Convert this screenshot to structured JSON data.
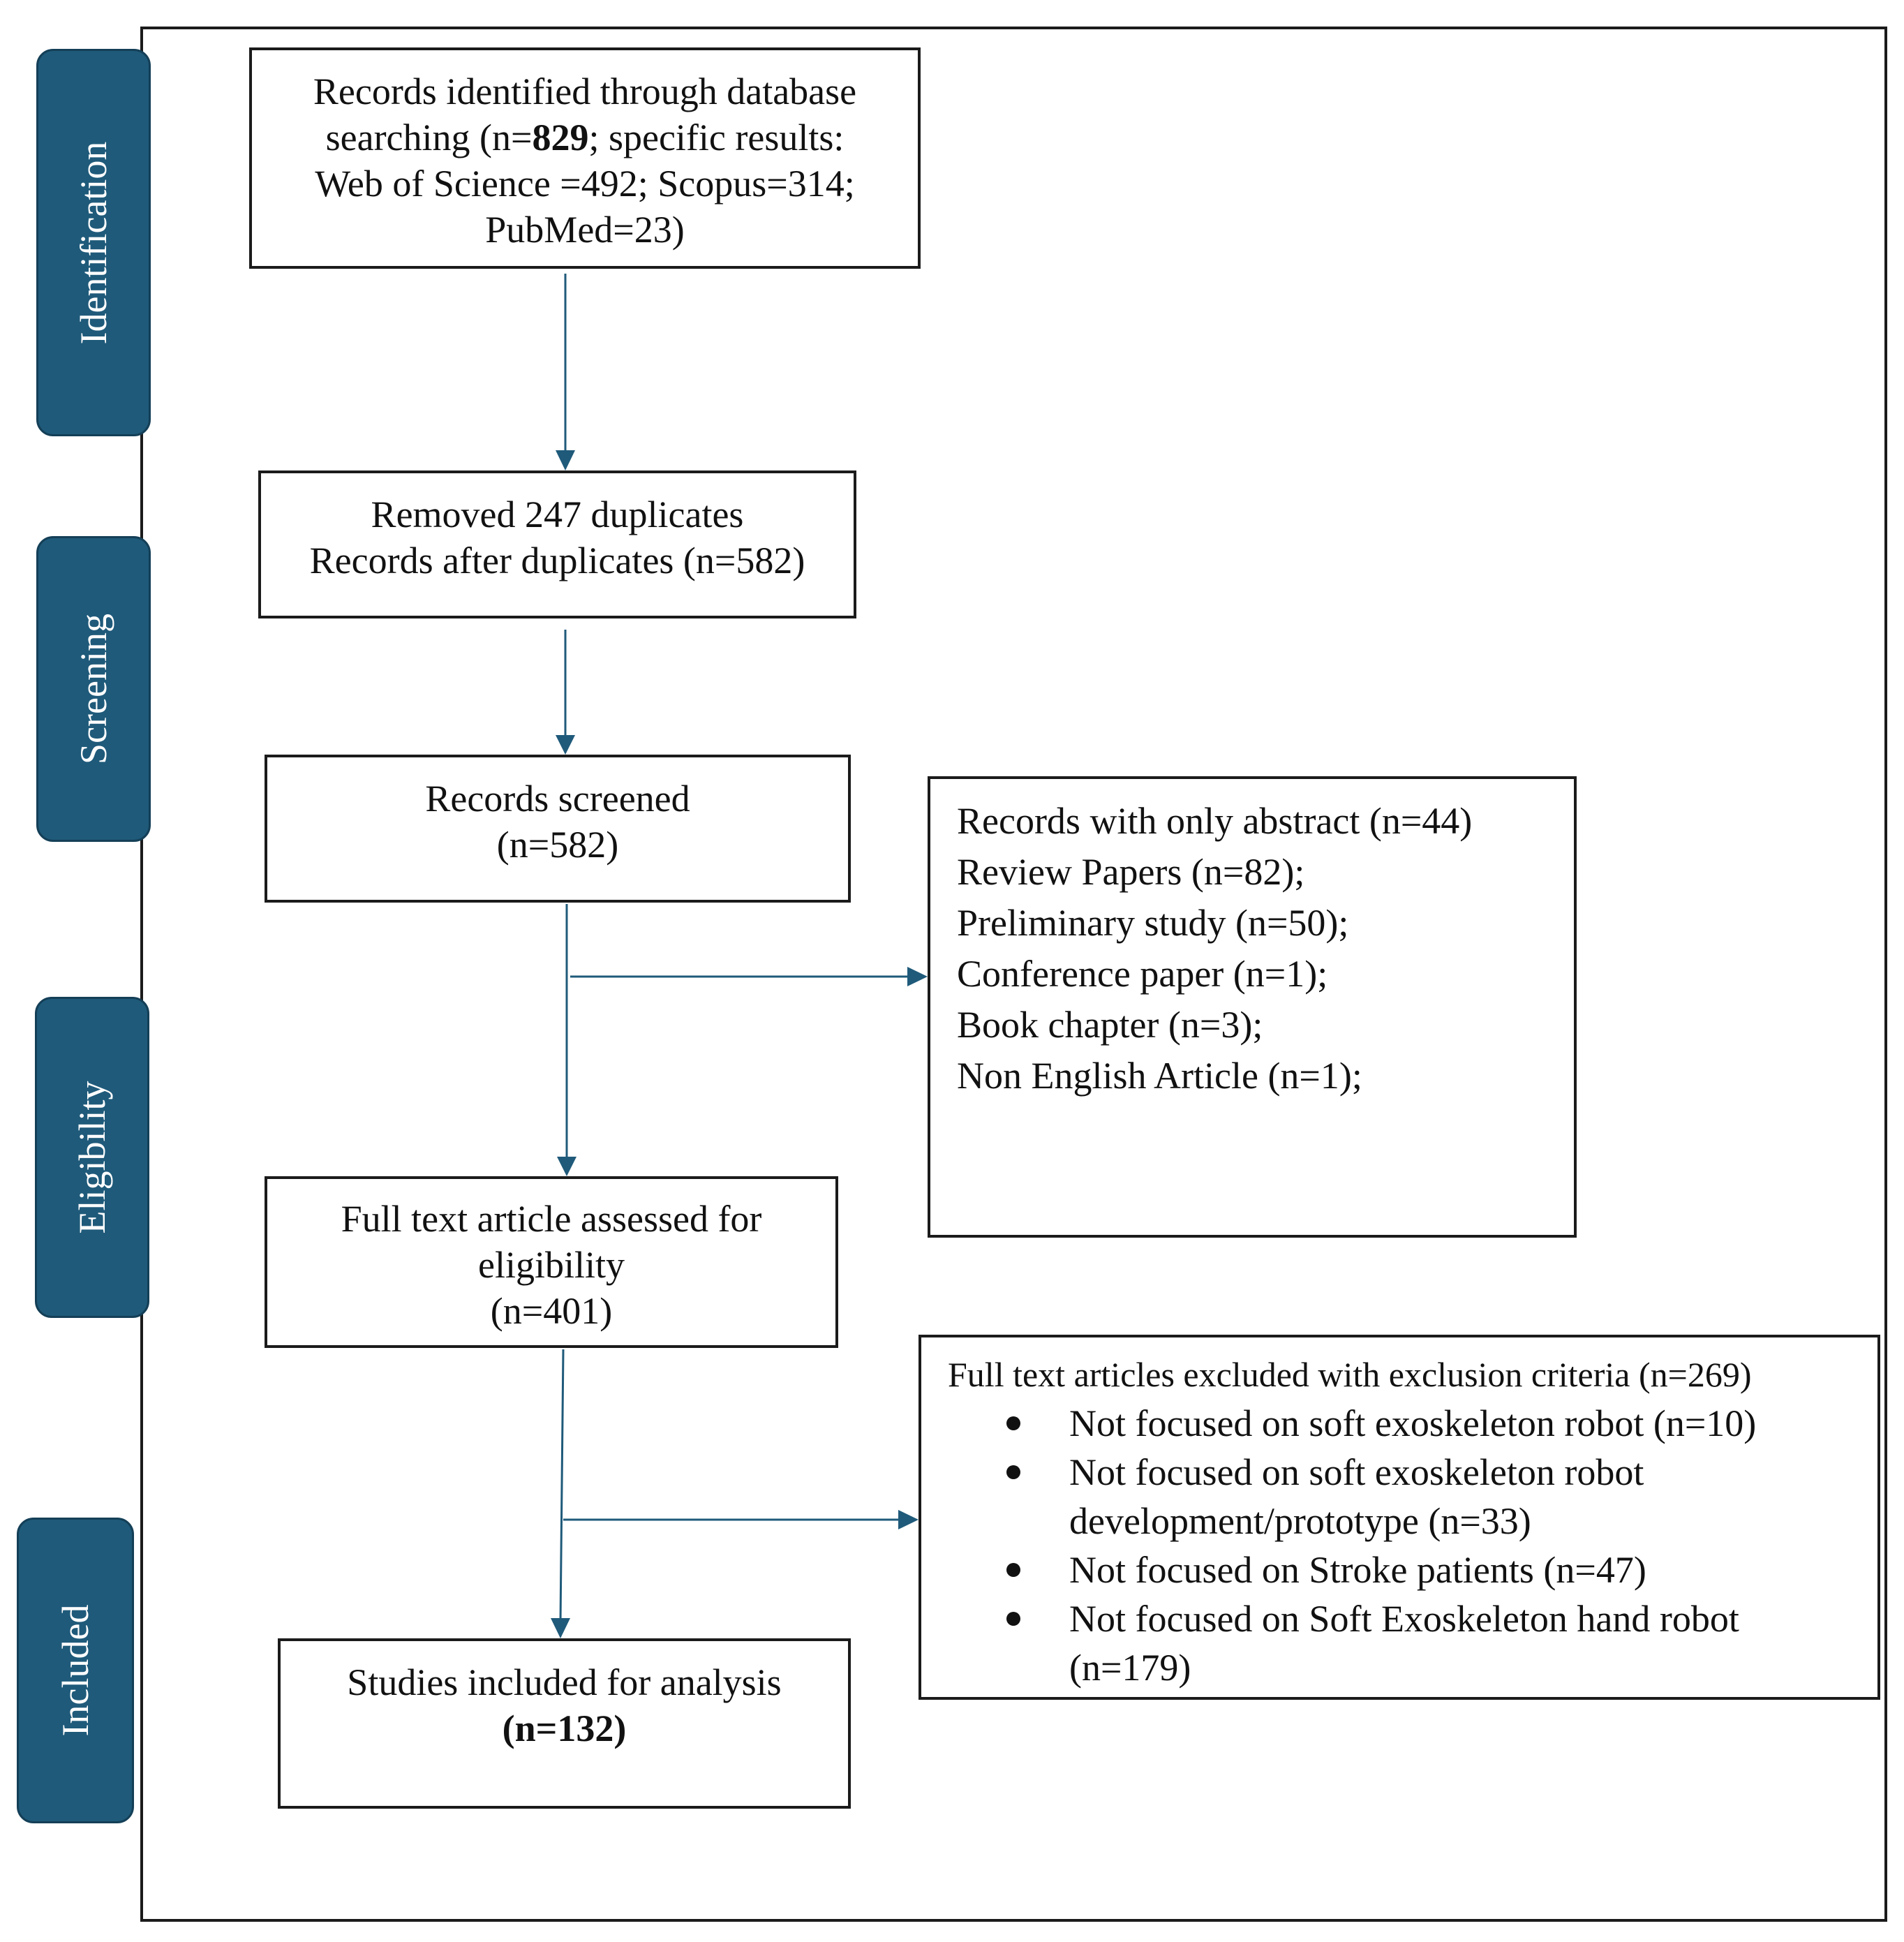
{
  "stages": [
    {
      "key": "identification",
      "label": "Identification"
    },
    {
      "key": "screening",
      "label": "Screening"
    },
    {
      "key": "eligibility",
      "label": "Eligibility"
    },
    {
      "key": "included",
      "label": "Included"
    }
  ],
  "boxes": {
    "identified": {
      "line1": "Records identified through database",
      "line2_pre": "searching (n=",
      "line2_bold": "829",
      "line2_post": "; specific results:",
      "line3": "Web of Science =492; Scopus=314;",
      "line4": "PubMed=23)"
    },
    "duplicates": {
      "line1": "Removed 247 duplicates",
      "line2": "Records after duplicates (n=582)"
    },
    "screened": {
      "line1": "Records screened",
      "line2": "(n=582)"
    },
    "screen_excluded": {
      "items": [
        "Records with only abstract (n=44)",
        "Review Papers (n=82);",
        "Preliminary  study (n=50);",
        "Conference paper (n=1);",
        "Book chapter (n=3);",
        "Non English Article (n=1);"
      ]
    },
    "fulltext": {
      "line1": "Full text article assessed for",
      "line2": "eligibility",
      "line3": "(n=401)"
    },
    "fulltext_excluded": {
      "heading": "Full text articles excluded with exclusion criteria (n=269)",
      "bullets": [
        {
          "line1": "Not focused on  soft exoskeleton robot (n=10)",
          "line2": ""
        },
        {
          "line1": "Not focused on  soft exoskeleton robot",
          "line2": "development/prototype (n=33)"
        },
        {
          "line1": "Not focused on Stroke patients (n=47)",
          "line2": ""
        },
        {
          "line1": "Not focused on Soft Exoskeleton hand robot",
          "line2": "(n=179)"
        }
      ]
    },
    "included": {
      "line1": "Studies included for analysis",
      "line2": "(n=132)"
    }
  },
  "colors": {
    "stage_fill": "#1f5a7a",
    "arrow": "#1f5a7a",
    "border": "#1b1b1b"
  }
}
